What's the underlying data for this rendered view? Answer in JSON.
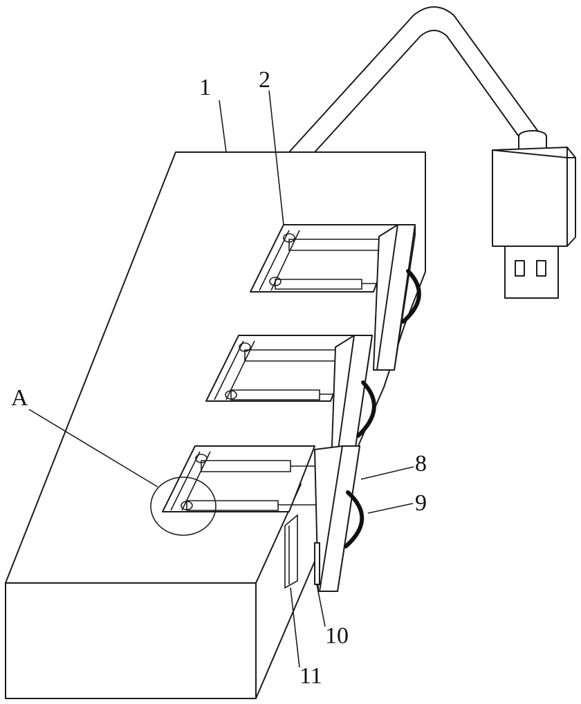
{
  "labels": {
    "l1": "1",
    "l2": "2",
    "lA": "A",
    "l8": "8",
    "l9": "9",
    "l10": "10",
    "l11": "11"
  }
}
